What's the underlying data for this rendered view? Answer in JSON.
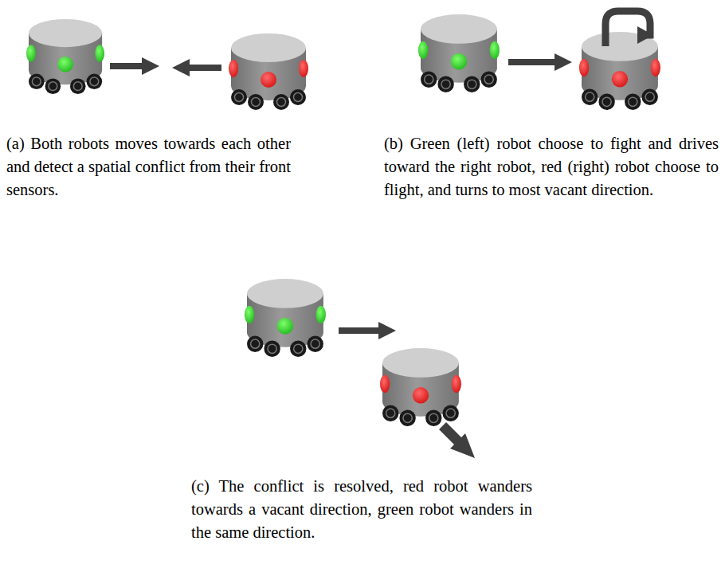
{
  "diagram": {
    "labels": [
      "(a) Both robots moves towards each other and detect a spatial conflict from their front sensors.",
      "(b) Green (left) robot choose to fight and drives toward the right robot, red (right) robot choose to flight, and turns to most vacant direction.",
      "(c) The conflict is resolved, red robot wanders towards a vacant direction, green robot wanders in the same direction."
    ]
  }
}
